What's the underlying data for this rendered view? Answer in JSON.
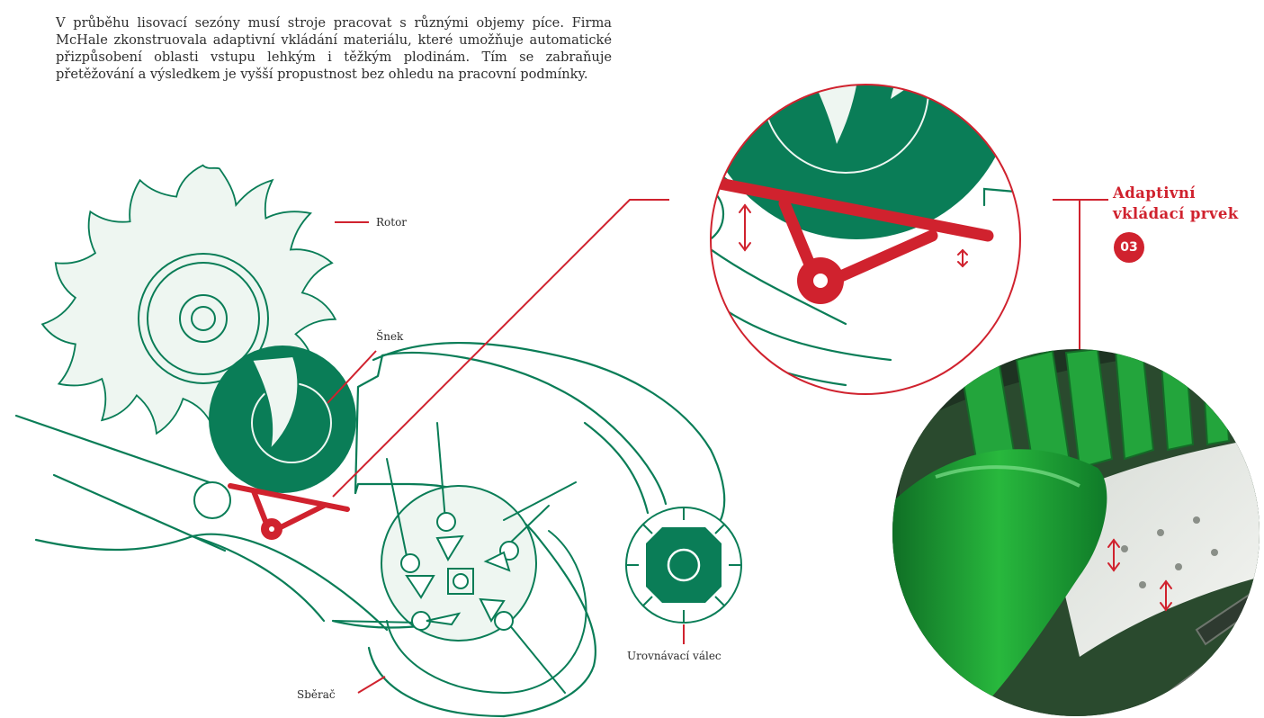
{
  "intro_text": "V průběhu lisovací sezóny musí stroje pracovat s různými objemy píce. Firma McHale zkonstruovala adaptivní vkládání materiálu, které umožňuje automatické přizpůsobení oblasti vstupu lehkým i těžkým plodinám. Tím se zabraňuje přetěžování a výsledkem je vyšší propustnost bez ohledu na pracovní podmínky.",
  "labels": {
    "rotor": "Rotor",
    "snek": "Šnek",
    "sberac": "Sběrač",
    "urovnavaci_valec": "Urovnávací válec"
  },
  "callout": {
    "title_line1": "Adaptivní",
    "title_line2": "vkládací prvek",
    "number": "03"
  },
  "colors": {
    "green": "#0a7d57",
    "green_light": "#eef6f1",
    "red": "#d0222e",
    "text": "#2b2b2b",
    "photo_green": "#1ca83a"
  },
  "icons": {
    "adjust": "double-arrow-vertical-icon"
  }
}
